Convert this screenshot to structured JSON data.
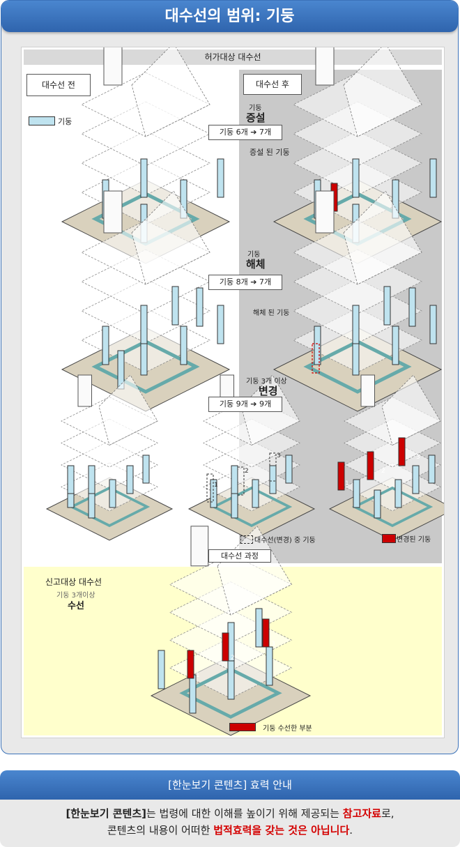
{
  "title": "대수선의 범위: 기둥",
  "diagram": {
    "permit_header": "허가대상 대수선",
    "before_label": "대수선 전",
    "after_label": "대수선 후",
    "legend_column": "기둥",
    "row1": {
      "category": "기둥",
      "action": "증설",
      "change": "기둥 6개 ➔  7개",
      "callout": "증설 된 기둥"
    },
    "row2": {
      "category": "기둥",
      "action": "해체",
      "change": "기둥 8개 ➔  7개",
      "callout": "해체 된 기둥"
    },
    "row3": {
      "category": "기둥 3개 이상",
      "action": "변경",
      "change": "기둥 9개 ➔  9개"
    },
    "markers": [
      "1",
      "2",
      "3"
    ],
    "legend_in_progress": "대수선(변경) 중 기둥",
    "legend_changed": "변경된 기둥",
    "process_label": "대수선 과정",
    "report_title": "신고대상 대수선",
    "report_category": "기둥 3개이상",
    "report_action": "수선",
    "legend_repaired": "기둥 수선한 부분"
  },
  "notice": {
    "header": "[한눈보기 콘텐츠] 효력 안내",
    "line1_a": "[한눈보기 콘텐츠]",
    "line1_b": "는 법령에 대한 이해를 높이기 위해 제공되는 ",
    "line1_c": "참고자료",
    "line1_d": "로,",
    "line2_a": "콘텐츠의 내용이 어떠한 ",
    "line2_b": "법적효력을 갖는 것은 아닙니다",
    "line2_c": "."
  },
  "colors": {
    "title_bar": "#3d78c2",
    "column": "#bfe3ef",
    "changed": "#cc0000",
    "ground": "#d9d1bd",
    "report_bg": "#ffffcc"
  }
}
